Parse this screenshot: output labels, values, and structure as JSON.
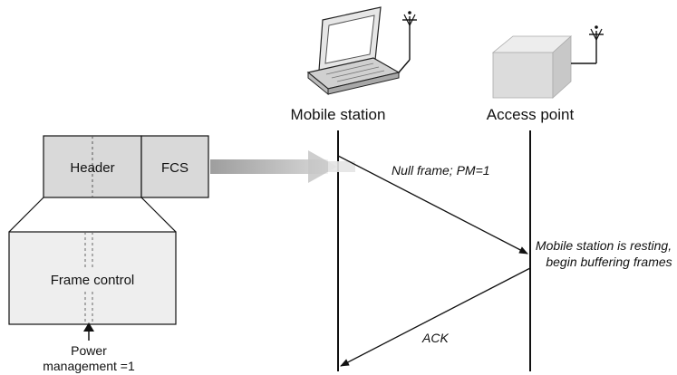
{
  "mobile_station": {
    "label": "Mobile station"
  },
  "access_point": {
    "label": "Access point"
  },
  "frame": {
    "header_label": "Header",
    "fcs_label": "FCS",
    "frame_control_label": "Frame control",
    "power_management_line1": "Power",
    "power_management_line2": "management =1"
  },
  "messages": {
    "null_frame_label": "Null frame; PM=1",
    "ack_label": "ACK"
  },
  "access_point_note": {
    "line1": "Mobile station is resting,",
    "line2": "begin buffering frames"
  },
  "colors": {
    "box_fill": "#d9d9d9",
    "light_fill": "#eeeeee",
    "arrow_fill": "#bdbdbd",
    "line": "#111111"
  }
}
